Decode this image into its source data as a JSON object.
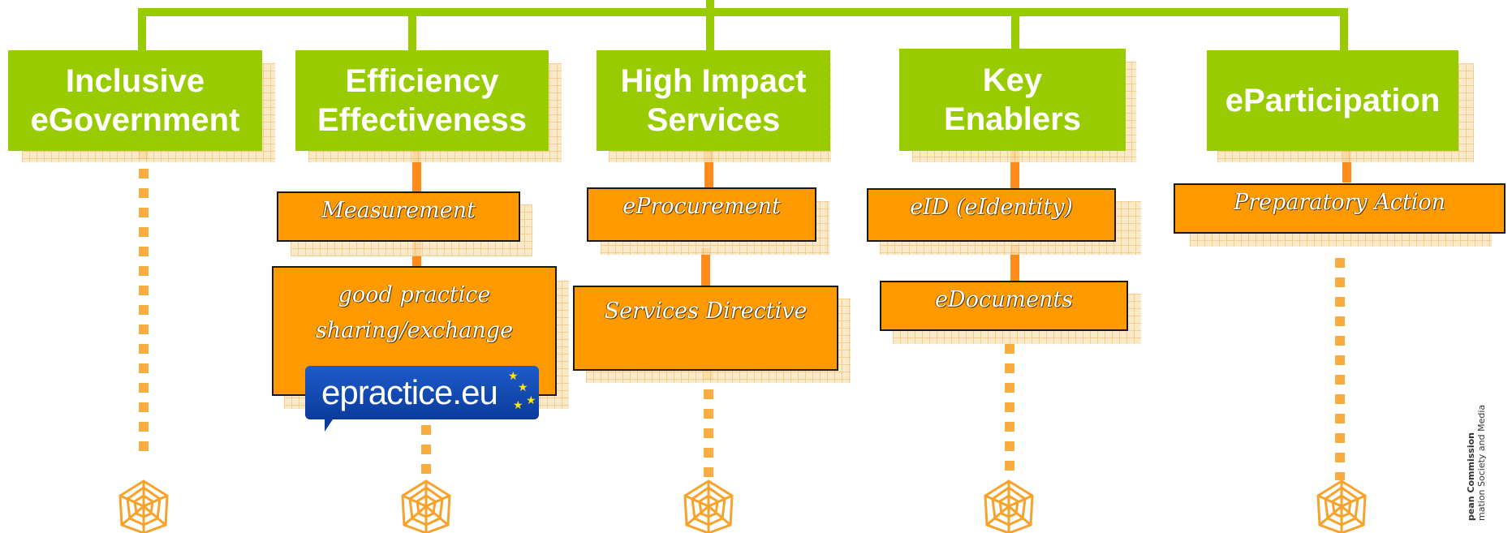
{
  "pillars": [
    {
      "id": "inclusive",
      "label": "Inclusive\neGovernment"
    },
    {
      "id": "efficiency",
      "label": "Efficiency\nEffectiveness"
    },
    {
      "id": "high-impact",
      "label": "High Impact\nServices"
    },
    {
      "id": "key-enablers",
      "label": "Key\nEnablers"
    },
    {
      "id": "eparticipation",
      "label": "eParticipation"
    }
  ],
  "actions": {
    "measurement": "Measurement",
    "good_practice": "good practice\nsharing/exchange",
    "eprocurement": "eProcurement",
    "services_directive": "Services Directive",
    "eid": "eID (eIdentity)",
    "edocuments": "eDocuments",
    "preparatory_action": "Preparatory Action"
  },
  "logo": {
    "text": "epractice.eu"
  },
  "credit": {
    "line1": "pean Commission",
    "line2": "mation Society and Media"
  },
  "colors": {
    "pillar": "#99cc00",
    "action": "#ff9900",
    "connector_orange": "#ff8c1a",
    "dotted": "#fbac3f",
    "logo": "#1d5cc9"
  },
  "icons": [
    "spider-web-icon",
    "spider-web-icon",
    "spider-web-icon",
    "spider-web-icon",
    "spider-web-icon"
  ]
}
